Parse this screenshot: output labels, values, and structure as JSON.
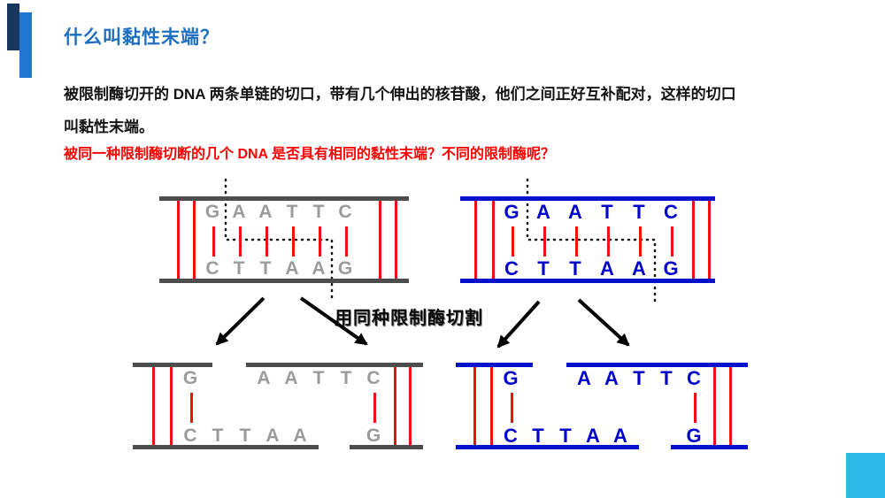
{
  "slide": {
    "title": "什么叫黏性末端？",
    "body_line1": "被限制酶切开的 DNA 两条单链的切口，带有几个伸出的核苷酸，他们之间正好互补配对，这样的切口",
    "body_line2": "叫黏性末端。",
    "question": "被同一种限制酶切断的几个 DNA 是否具有相同的黏性末端？不同的限制酶呢？",
    "middle_label": "用同种限制酶切割"
  },
  "dna": {
    "uncut_left": {
      "top": [
        "G",
        "A",
        "A",
        "T",
        "T",
        "C"
      ],
      "bottom": [
        "C",
        "T",
        "T",
        "A",
        "A",
        "G"
      ]
    },
    "uncut_right": {
      "top": [
        "G",
        "A",
        "A",
        "T",
        "T",
        "C"
      ],
      "bottom": [
        "C",
        "T",
        "T",
        "A",
        "A",
        "G"
      ]
    },
    "cut_left": {
      "top_left": "G",
      "top_right": [
        "A",
        "A",
        "T",
        "T",
        "C"
      ],
      "bottom_left": [
        "C",
        "T",
        "T",
        "A",
        "A"
      ],
      "bottom_right": "G"
    },
    "cut_right": {
      "top_left": "G",
      "top_right": [
        "A",
        "A",
        "T",
        "T",
        "C"
      ],
      "bottom_left": [
        "C",
        "T",
        "T",
        "A",
        "A"
      ],
      "bottom_right": "G"
    }
  },
  "colors": {
    "title": "#1F6FC0",
    "question": "#FF0000",
    "gray_letter": "#9B9B9B",
    "gray_backbone": "#4D4D4D",
    "blue_letter": "#0000CC",
    "blue_backbone": "#0011CC",
    "rung": "#EE1111",
    "accent_dark": "#17375E",
    "accent_blue": "#2176D2",
    "corner": "#2FB9E8"
  }
}
